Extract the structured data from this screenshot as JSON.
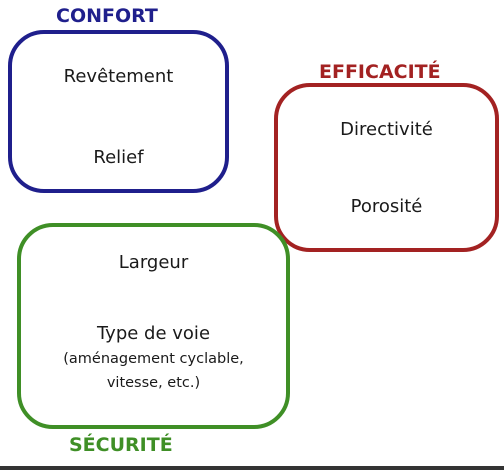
{
  "colors": {
    "confort": "#1f1f8c",
    "efficacite": "#a32222",
    "securite": "#3f8f26"
  },
  "groups": {
    "confort": {
      "title": "CONFORT",
      "items": [
        "Revêtement",
        "Relief"
      ]
    },
    "efficacite": {
      "title": "EFFICACITÉ",
      "items": [
        "Directivité",
        "Porosité"
      ]
    },
    "securite": {
      "title": "SÉCURITÉ",
      "items": [
        "Largeur",
        "Type de voie"
      ],
      "note": "(aménagement cyclable,\nvitesse, etc.)"
    }
  }
}
